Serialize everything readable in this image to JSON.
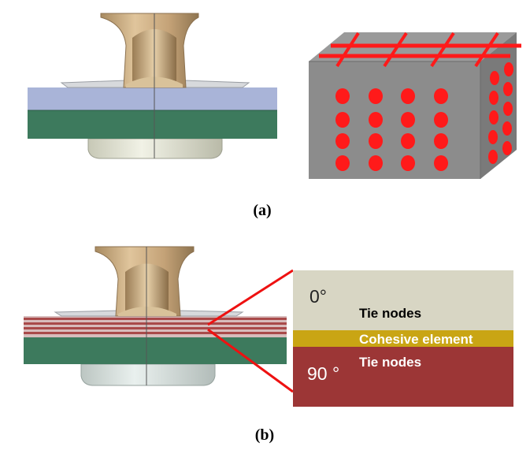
{
  "captions": {
    "a": "(a)",
    "b": "(b)"
  },
  "zoom": {
    "top_angle": "0°",
    "bottom_angle": "90 °",
    "tie_nodes_top": "Tie nodes",
    "cohesive": "Cohesive element",
    "tie_nodes_bottom": "Tie nodes"
  },
  "colors": {
    "rivet": "#c8a77a",
    "top_plate": "#a9b4d8",
    "bottom_plate": "#3d7a5d",
    "collar": "#dedfcf",
    "block_face": "#8c8c8c",
    "integration_points": "#ff1a1a",
    "ply_0": "#d8d6c4",
    "ply_90": "#9c3636",
    "cohesive": "#c9a514"
  }
}
